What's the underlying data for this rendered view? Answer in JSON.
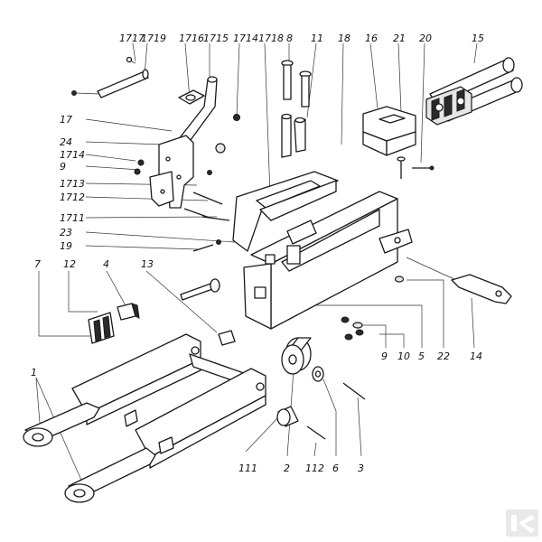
{
  "diagram": {
    "labels": {
      "l1717": "1717",
      "l1719": "1719",
      "l1716": "1716",
      "l1715": "1715",
      "l1714a": "1714",
      "l1718": "1718",
      "l8": "8",
      "l11": "11",
      "l18": "18",
      "l16": "16",
      "l21": "21",
      "l20": "20",
      "l15": "15",
      "l17": "17",
      "l24": "24",
      "l1714b": "1714",
      "l9a": "9",
      "l1713": "1713",
      "l1712": "1712",
      "l1711": "1711",
      "l23": "23",
      "l19": "19",
      "l7": "7",
      "l12": "12",
      "l4": "4",
      "l13": "13",
      "l1": "1",
      "l111": "111",
      "l2": "2",
      "l112": "112",
      "l6": "6",
      "l3": "3",
      "l9b": "9",
      "l10": "10",
      "l5": "5",
      "l22": "22",
      "l14": "14"
    },
    "icons": {
      "logo": "brand-k-logo-icon"
    }
  }
}
